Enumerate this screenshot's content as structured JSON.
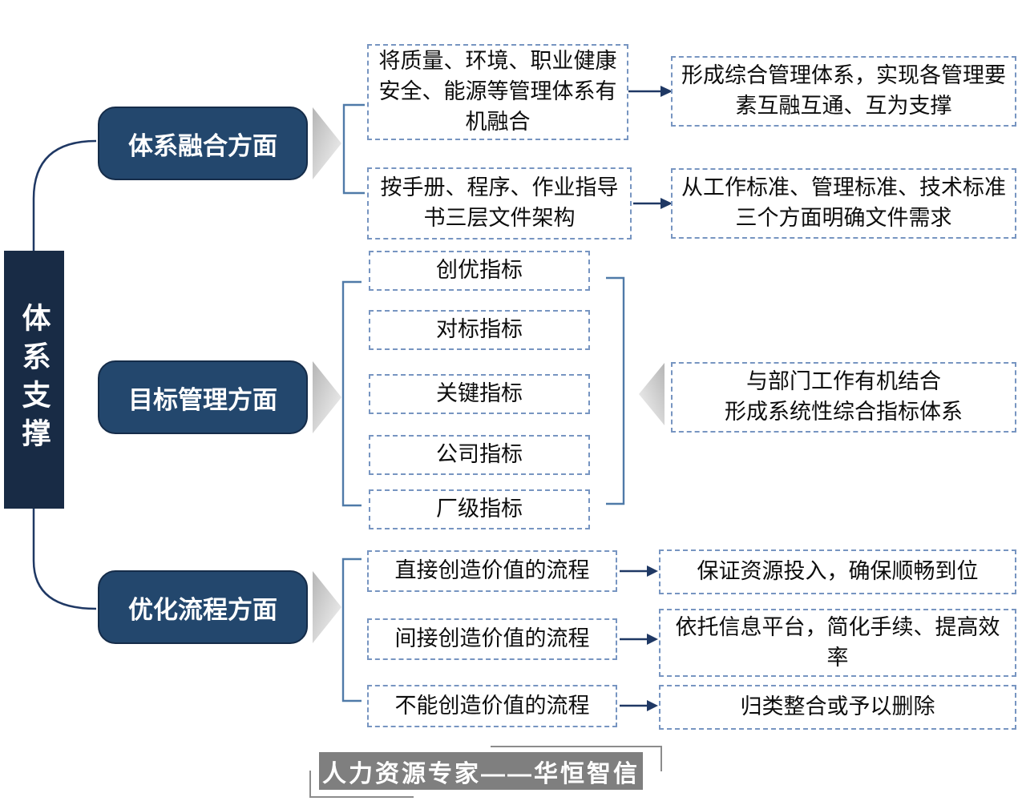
{
  "root": {
    "label": "体系支撑"
  },
  "branch1": {
    "label": "体系融合方面",
    "row1_left": "将质量、环境、职业健康安全、能源等管理体系有机融合",
    "row1_right": "形成综合管理体系，实现各管理要素互融互通、互为支撑",
    "row2_left": "按手册、程序、作业指导书三层文件架构",
    "row2_right": "从工作标准、管理标准、技术标准三个方面明确文件需求"
  },
  "branch2": {
    "label": "目标管理方面",
    "indicators": [
      "创优指标",
      "对标指标",
      "关键指标",
      "公司指标",
      "厂级指标"
    ],
    "result_line1": "与部门工作有机结合",
    "result_line2": "形成系统性综合指标体系"
  },
  "branch3": {
    "label": "优化流程方面",
    "row1_left": "直接创造价值的流程",
    "row1_right": "保证资源投入，确保顺畅到位",
    "row2_left": "间接创造价值的流程",
    "row2_right": "依托信息平台，简化手续、提高效率",
    "row3_left": "不能创造价值的流程",
    "row3_right": "归类整合或予以删除"
  },
  "footer": {
    "text": "人力资源专家——华恒智信"
  },
  "colors": {
    "dark_navy": "#182B45",
    "navy": "#23476D",
    "line_navy": "#1F3864",
    "bracket_steel": "#4F7AA8",
    "dashed_border": "#7795C1",
    "footer_gray": "#7F7F7F"
  }
}
